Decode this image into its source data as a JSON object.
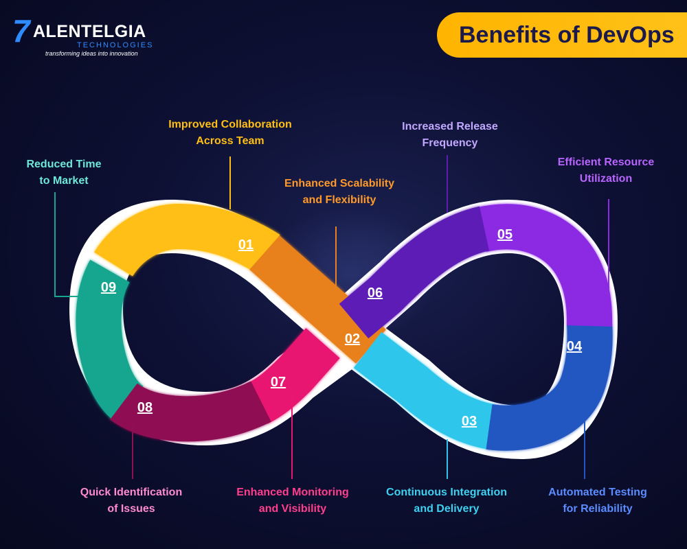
{
  "logo": {
    "mark": "7",
    "name": "ALENTELGIA",
    "sub": "TECHNOLOGIES",
    "tagline": "transforming ideas into innovation"
  },
  "title": "Benefits of DevOps",
  "steps": [
    {
      "num": "01",
      "label_line1": "Improved Collaboration",
      "label_line2": "Across Team",
      "color": "#ffbf16"
    },
    {
      "num": "02",
      "label_line1": "Enhanced Scalability",
      "label_line2": "and Flexibility",
      "color": "#e8811f"
    },
    {
      "num": "03",
      "label_line1": "Continuous Integration",
      "label_line2": "and Delivery",
      "color": "#2ec6ea"
    },
    {
      "num": "04",
      "label_line1": "Automated Testing",
      "label_line2": "for Reliability",
      "color": "#2356c0"
    },
    {
      "num": "05",
      "label_line1": "Efficient Resource",
      "label_line2": "Utilization",
      "color": "#8b2be2"
    },
    {
      "num": "06",
      "label_line1": "Increased Release",
      "label_line2": "Frequency",
      "color": "#5d1db5"
    },
    {
      "num": "07",
      "label_line1": "Enhanced Monitoring",
      "label_line2": "and Visibility",
      "color": "#e8186f"
    },
    {
      "num": "08",
      "label_line1": "Quick Identification",
      "label_line2": "of Issues",
      "color": "#8e0f52"
    },
    {
      "num": "09",
      "label_line1": "Reduced Time",
      "label_line2": "to Market",
      "color": "#18a58e"
    }
  ],
  "colors": {
    "banner": "#ffb400",
    "title_text": "#1b1a4a",
    "label_01": "#ffbf16",
    "label_02": "#ff9a2a",
    "label_03": "#3fd0f0",
    "label_04": "#5b8cff",
    "label_05": "#b964ff",
    "label_06": "#c2a8ff",
    "label_07": "#ff3e8e",
    "label_08": "#ff8ad0",
    "label_09": "#6ee8d8"
  }
}
